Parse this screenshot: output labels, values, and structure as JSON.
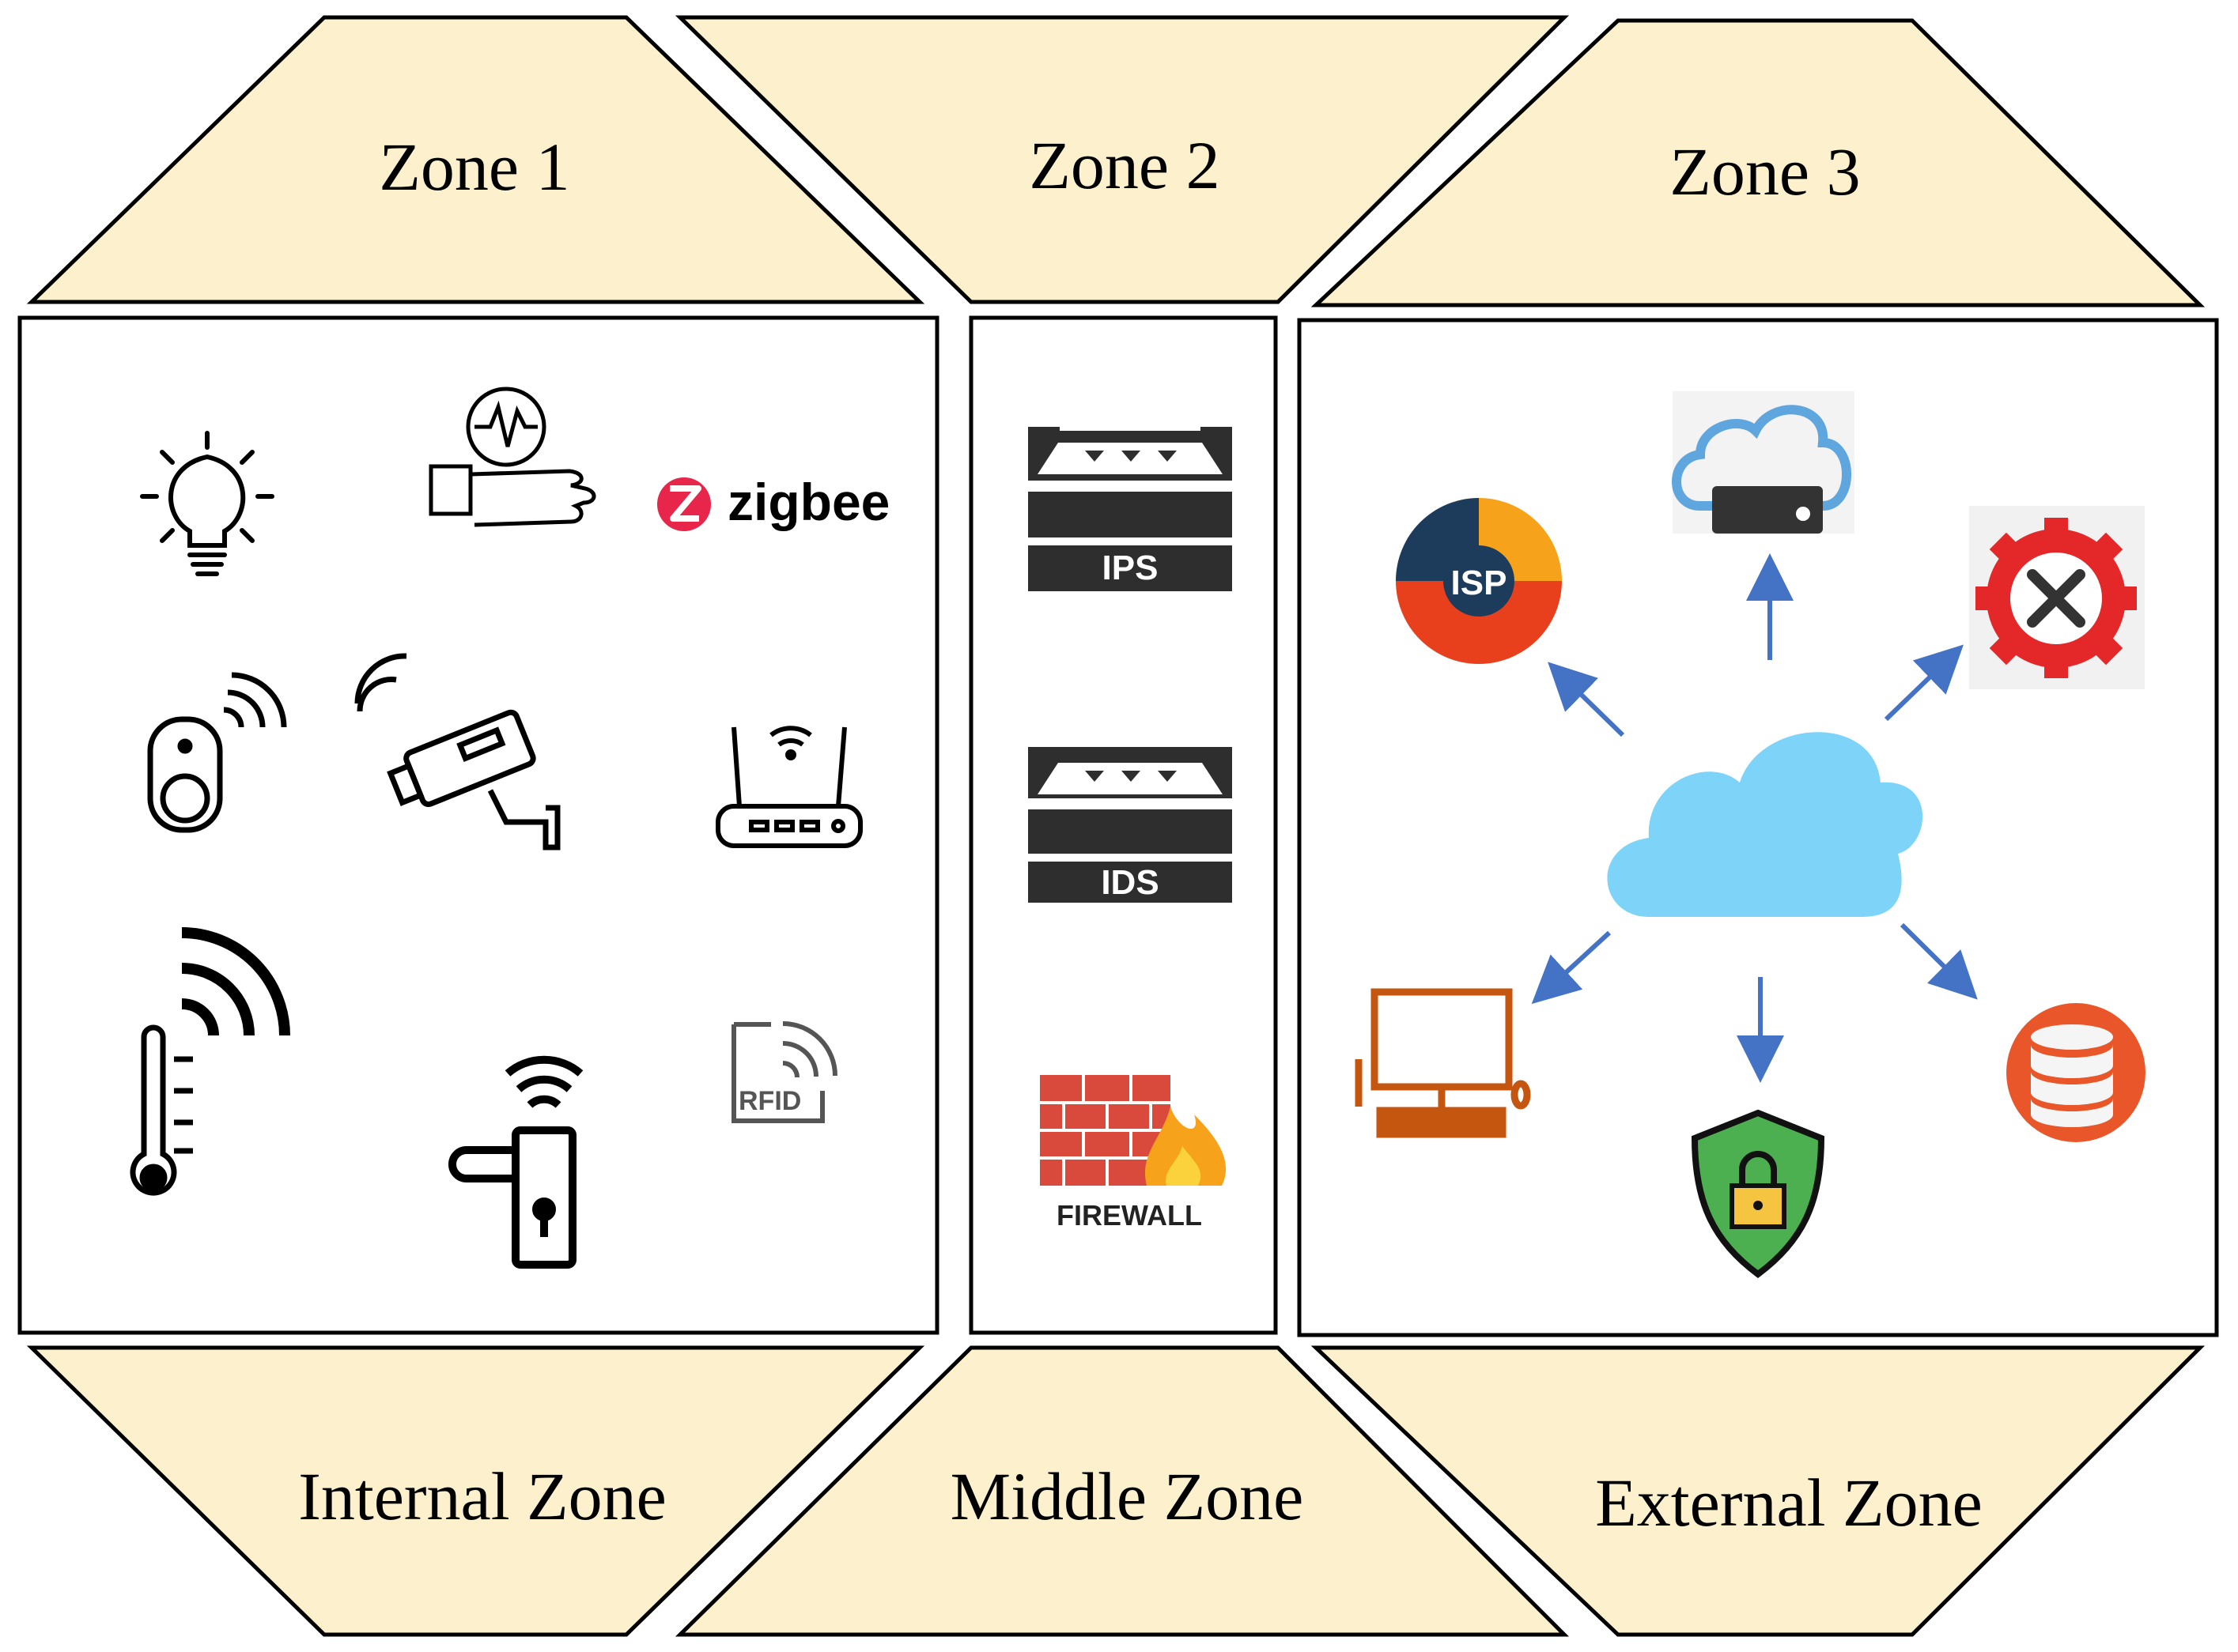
{
  "top_labels": [
    "Zone 1",
    "Zone 2",
    "Zone 3"
  ],
  "bottom_labels": [
    "Internal Zone",
    "Middle Zone",
    "External Zone"
  ],
  "icons": {
    "zigbee": "zigbee",
    "ips": "IPS",
    "ids": "IDS",
    "firewall": "FIREWALL",
    "rfid": "RFID",
    "isp": "ISP"
  },
  "colors": {
    "zone_fill": "#FDF0CC",
    "cloud": "#7DD3F8",
    "arrow": "#4472C4",
    "zigbee_red": "#E8254B"
  }
}
